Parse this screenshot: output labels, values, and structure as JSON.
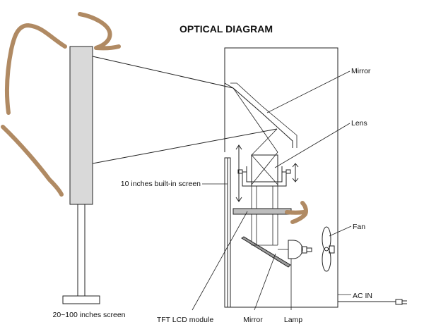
{
  "title": "OPTICAL DIAGRAM",
  "labels": {
    "mirror_top": "Mirror",
    "lens": "Lens",
    "builtin_screen": "10 inches built-in screen",
    "fan": "Fan",
    "ac_in": "AC IN",
    "external_screen": "20~100 inches screen",
    "tft_module": "TFT LCD module",
    "mirror_bottom": "Mirror",
    "lamp": "Lamp"
  },
  "colors": {
    "ink": "#222222",
    "screen_fill": "#d9d9d9",
    "bar_fill": "#bdbdbd",
    "scribble": "#b08a63"
  }
}
